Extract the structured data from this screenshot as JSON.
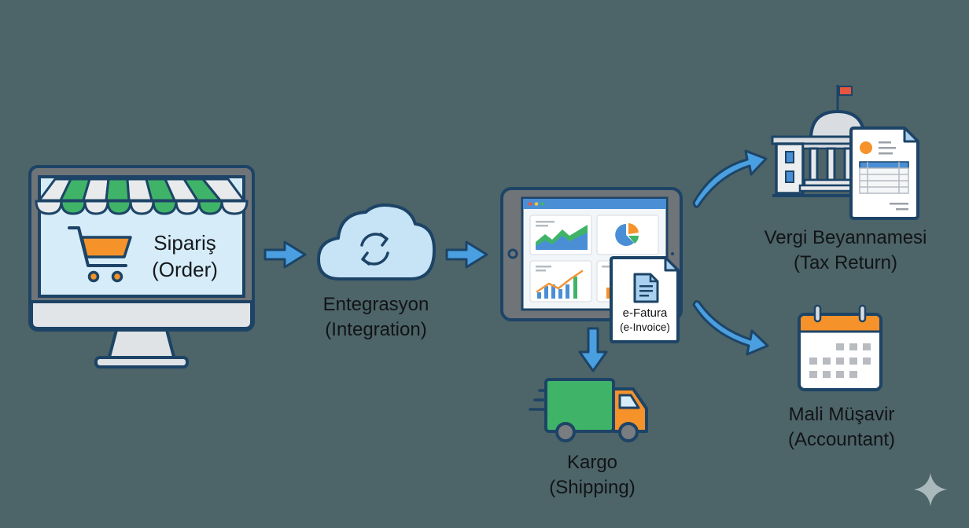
{
  "diagram": {
    "title": "E-commerce order to tax/accounting flow",
    "colors": {
      "background": "#4d6468",
      "outline": "#1d4466",
      "arrow_blue": "#4a9fe0",
      "accent_green": "#3fb468",
      "accent_orange": "#f5922a",
      "screen_fill": "#d6ecf8",
      "flag_red": "#e8553f"
    },
    "nodes": [
      {
        "id": "order",
        "icon": "storefront-monitor-icon",
        "label": "Sipariş",
        "sublabel": "(Order)"
      },
      {
        "id": "integration",
        "icon": "cloud-sync-icon",
        "label": "Entegrasyon",
        "sublabel": "(Integration)"
      },
      {
        "id": "dashboard",
        "icon": "tablet-dashboard-icon",
        "label": "",
        "sublabel": ""
      },
      {
        "id": "invoice",
        "icon": "e-invoice-document-icon",
        "label": "e-Fatura",
        "sublabel": "(e-Invoice)"
      },
      {
        "id": "shipping",
        "icon": "delivery-truck-icon",
        "label": "Kargo",
        "sublabel": "(Shipping)"
      },
      {
        "id": "tax",
        "icon": "government-building-icon",
        "label": "Vergi Beyannamesi",
        "sublabel": "(Tax Return)"
      },
      {
        "id": "accountant",
        "icon": "calendar-icon",
        "label": "Mali Müşavir",
        "sublabel": "(Accountant)"
      }
    ],
    "edges": [
      {
        "from": "order",
        "to": "integration"
      },
      {
        "from": "integration",
        "to": "dashboard"
      },
      {
        "from": "dashboard",
        "to": "shipping"
      },
      {
        "from": "dashboard",
        "to": "tax"
      },
      {
        "from": "dashboard",
        "to": "accountant"
      }
    ],
    "watermark_icon": "sparkle-icon"
  }
}
